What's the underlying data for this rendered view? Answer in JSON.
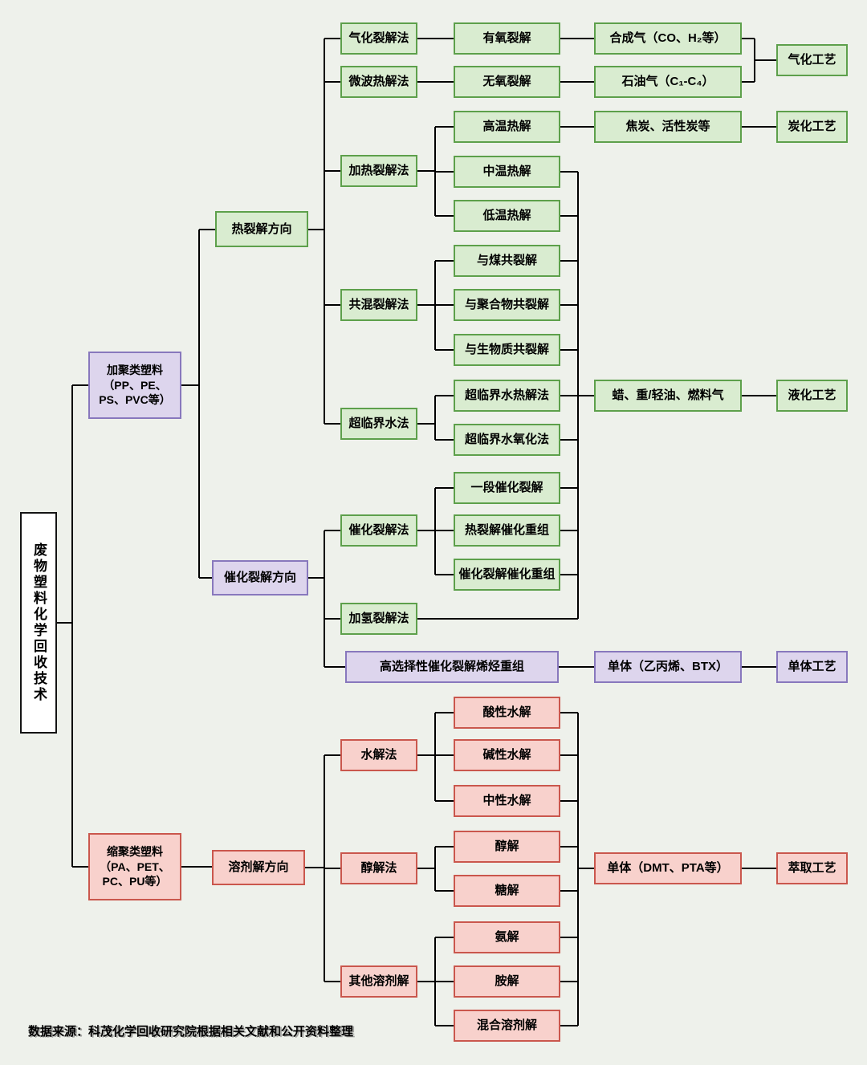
{
  "diagram": {
    "title_root": "废物塑料化学回收技术",
    "background": "#eef1eb",
    "colors": {
      "green_fill": "#d9ecd0",
      "green_border": "#5da04b",
      "purple_fill": "#ddd5ed",
      "purple_border": "#8878bd",
      "pink_fill": "#f8d1cc",
      "pink_border": "#ca574d",
      "root_fill": "#ffffff",
      "root_border": "#141414",
      "line": "#000000"
    }
  },
  "nodes": {
    "root": "废物塑料化学回收技术",
    "addition_plastics": "加聚类塑料\n（PP、PE、\nPS、PVC等）",
    "condensation_plastics": "缩聚类塑料\n（PA、PET、\nPC、PU等）",
    "thermal_direction": "热裂解方向",
    "catalytic_direction": "催化裂解方向",
    "solvolysis_direction": "溶剂解方向",
    "gasification_cracking": "气化裂解法",
    "microwave_pyrolysis": "微波热解法",
    "heating_cracking": "加热裂解法",
    "co_mixing_cracking": "共混裂解法",
    "supercritical_water": "超临界水法",
    "catalytic_cracking": "催化裂解法",
    "hydrocracking": "加氢裂解法",
    "selective_catalytic": "高选择性催化裂解烯烃重组",
    "hydrolysis": "水解法",
    "alcoholysis_method": "醇解法",
    "other_solvolysis": "其他溶剂解",
    "aerobic_cracking": "有氧裂解",
    "anaerobic_cracking": "无氧裂解",
    "high_temp_pyrolysis": "高温热解",
    "mid_temp_pyrolysis": "中温热解",
    "low_temp_pyrolysis": "低温热解",
    "co_coal_cracking": "与煤共裂解",
    "co_polymer_cracking": "与聚合物共裂解",
    "co_biomass_cracking": "与生物质共裂解",
    "scw_pyrolysis": "超临界水热解法",
    "scw_oxidation": "超临界水氧化法",
    "one_stage_catalytic": "一段催化裂解",
    "pyrolysis_catalytic_reforming": "热裂解催化重组",
    "catalytic_catalytic_reforming": "催化裂解催化重组",
    "acidic_hydrolysis": "酸性水解",
    "alkaline_hydrolysis": "碱性水解",
    "neutral_hydrolysis": "中性水解",
    "alcoholysis": "醇解",
    "glycolysis": "糖解",
    "ammonolysis": "氨解",
    "aminolysis": "胺解",
    "mixed_solvolysis": "混合溶剂解",
    "syngas": "合成气（CO、H₂等）",
    "petroleum_gas": "石油气（C₁-C₄）",
    "coke": "焦炭、活性炭等",
    "wax_oil_fuel_gas": "蜡、重/轻油、燃料气",
    "monomer_olefin_btx": "单体（乙丙烯、BTX）",
    "monomer_dmt_pta": "单体（DMT、PTA等）",
    "gasification_process": "气化工艺",
    "carbonization_process": "炭化工艺",
    "liquefaction_process": "液化工艺",
    "monomer_process": "单体工艺",
    "extraction_process": "萃取工艺"
  },
  "footer": {
    "source": "数据来源：科茂化学回收研究院根据相关文献和公开资料整理"
  }
}
